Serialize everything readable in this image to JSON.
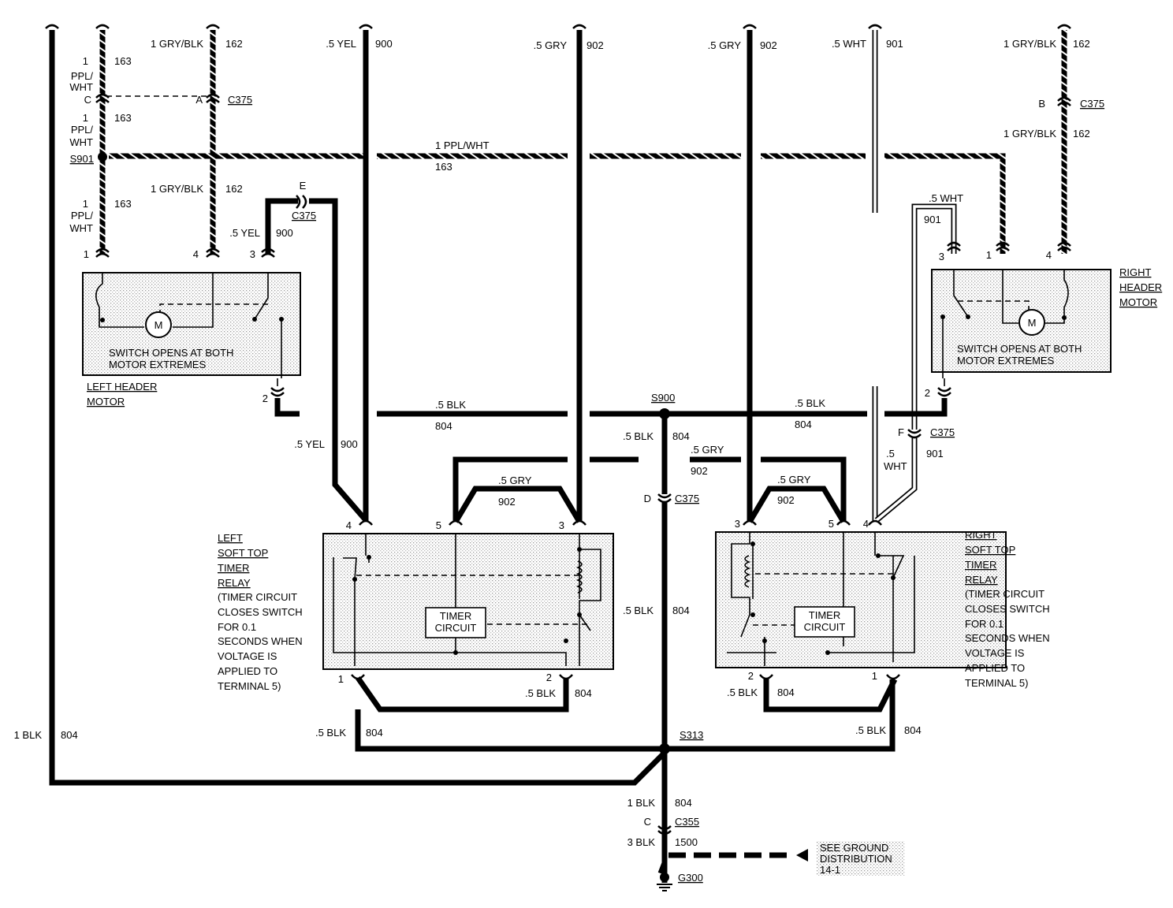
{
  "wires": {
    "w163_a": {
      "gauge": "1",
      "color1": "PPL/",
      "color2": "WHT",
      "circuit": "163"
    },
    "w163_b": {
      "gauge": "1",
      "color1": "PPL/",
      "color2": "WHT",
      "circuit": "163"
    },
    "w163_c": {
      "gauge": "1",
      "color1": "PPL/",
      "color2": "WHT",
      "circuit": "163"
    },
    "w162_top": {
      "label": "1 GRY/BLK",
      "circuit": "162"
    },
    "w162_mid": {
      "label": "1 GRY/BLK",
      "circuit": "162"
    },
    "w900_top": {
      "label": ".5 YEL",
      "circuit": "900"
    },
    "w900_motor": {
      "label": ".5 YEL",
      "circuit": "900"
    },
    "w900_low": {
      "label": ".5 YEL",
      "circuit": "900"
    },
    "w902_top_l": {
      "label": ".5 GRY",
      "circuit": "902"
    },
    "w902_top_r": {
      "label": ".5 GRY",
      "circuit": "902"
    },
    "w901_top": {
      "label": ".5 WHT",
      "circuit": "901"
    },
    "w162_right_top": {
      "label": "1 GRY/BLK",
      "circuit": "162"
    },
    "w162_right_mid": {
      "label": "1 GRY/BLK",
      "circuit": "162"
    },
    "bus163": {
      "label": "1 PPL/WHT",
      "circuit": "163"
    },
    "w901_right": {
      "label": ".5 WHT",
      "circuit": "901"
    },
    "w901_f_circuit": "901",
    "w901_f_label1": ".5",
    "w901_f_label2": "WHT",
    "bus804_l": {
      "label": ".5 BLK",
      "circuit": "804"
    },
    "bus804_r": {
      "label": ".5 BLK",
      "circuit": "804"
    },
    "s900_down": {
      "label": ".5 BLK",
      "circuit": "804"
    },
    "bus902": {
      "label": ".5 GRY",
      "circuit": "902"
    },
    "w902_l_relay": {
      "label": ".5 GRY",
      "circuit": "902"
    },
    "w902_r_relay": {
      "label": ".5 GRY",
      "circuit": "902"
    },
    "w804_mid": {
      "label": ".5 BLK",
      "circuit": "804"
    },
    "w804_l_relay": {
      "label": ".5 BLK",
      "circuit": "804"
    },
    "w804_r_relay": {
      "label": ".5 BLK",
      "circuit": "804"
    },
    "w804_s313_l": {
      "label": ".5 BLK",
      "circuit": "804"
    },
    "w804_s313_r": {
      "label": ".5 BLK",
      "circuit": "804"
    },
    "w804_left_long": {
      "label": "1 BLK",
      "circuit": "804"
    },
    "w804_to_c355": {
      "label": "1 BLK",
      "circuit": "804"
    },
    "w1500": {
      "label": "3 BLK",
      "circuit": "1500"
    }
  },
  "connectors": {
    "c375": "C375",
    "c355": "C355",
    "pin_c": "C",
    "pin_a": "A",
    "pin_e": "E",
    "pin_b": "B",
    "pin_f": "F",
    "pin_d": "D",
    "pin_c355": "C"
  },
  "splices": {
    "s901": "S901",
    "s900": "S900",
    "s313": "S313"
  },
  "ground": {
    "label": "G300",
    "note_lines": [
      "SEE GROUND",
      "DISTRIBUTION",
      "14-1"
    ]
  },
  "left_motor": {
    "title_lines": [
      "LEFT HEADER",
      "MOTOR"
    ],
    "note_lines": [
      "SWITCH OPENS AT BOTH",
      "MOTOR EXTREMES"
    ],
    "motor_symbol": "M",
    "pins": [
      "1",
      "4",
      "3",
      "2"
    ]
  },
  "right_motor": {
    "title_lines": [
      "RIGHT",
      "HEADER",
      "MOTOR"
    ],
    "note_lines": [
      "SWITCH OPENS AT BOTH",
      "MOTOR EXTREMES"
    ],
    "motor_symbol": "M",
    "pins": [
      "3",
      "1",
      "4",
      "2"
    ]
  },
  "left_relay": {
    "title_lines": [
      "LEFT",
      "SOFT TOP",
      "TIMER",
      "RELAY"
    ],
    "desc_lines": [
      "(TIMER CIRCUIT",
      "CLOSES SWITCH",
      "FOR  0.1",
      "SECONDS WHEN",
      "VOLTAGE IS",
      "APPLIED TO",
      "TERMINAL 5)"
    ],
    "timer_lines": [
      "TIMER",
      "CIRCUIT"
    ],
    "pins": [
      "4",
      "5",
      "3",
      "1",
      "2"
    ]
  },
  "right_relay": {
    "title_lines": [
      "RIGHT",
      "SOFT TOP",
      "TIMER",
      "RELAY"
    ],
    "desc_lines": [
      "(TIMER CIRCUIT",
      "CLOSES SWITCH",
      "FOR  0.1",
      "SECONDS WHEN",
      "VOLTAGE IS",
      "APPLIED TO",
      "TERMINAL 5)"
    ],
    "timer_lines": [
      "TIMER",
      "CIRCUIT"
    ],
    "pins": [
      "3",
      "5",
      "4",
      "2",
      "1"
    ]
  }
}
